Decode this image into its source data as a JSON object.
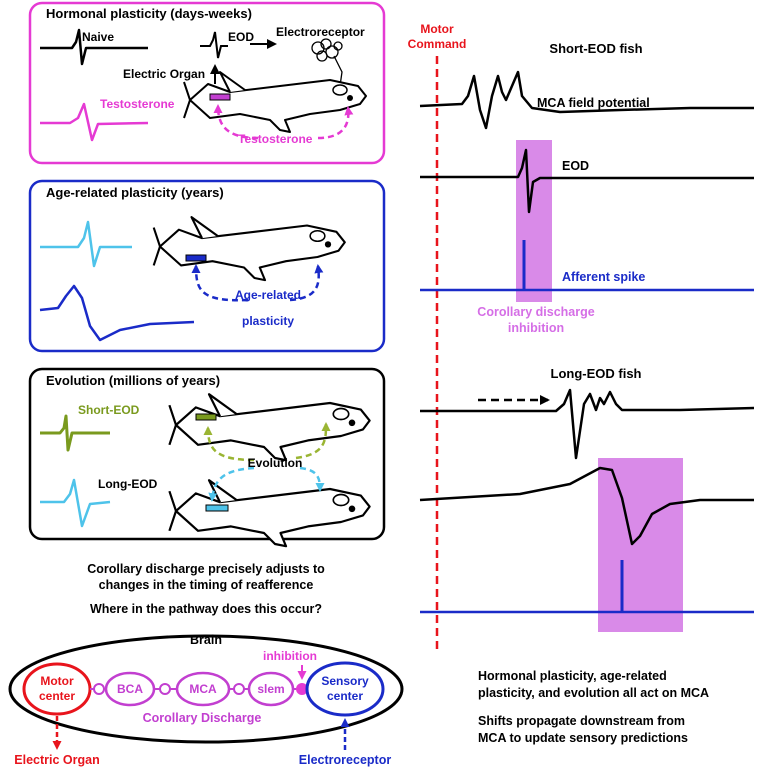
{
  "panels": {
    "hormonal": {
      "title": "Hormonal plasticity (days-weeks)",
      "naive": "Naive",
      "eod": "EOD",
      "electroreceptor": "Electroreceptor",
      "electric_organ": "Electric Organ",
      "testosterone_trace": "Testosterone",
      "testosterone_arrow": "Testosterone"
    },
    "age": {
      "title": "Age-related plasticity (years)",
      "label_line1": "Age-related",
      "label_line2": "plasticity"
    },
    "evolution": {
      "title": "Evolution (millions of years)",
      "short_eod": "Short-EOD",
      "long_eod": "Long-EOD",
      "label": "Evolution"
    }
  },
  "middle_text": {
    "line1": "Corollary discharge precisely adjusts to",
    "line2": "changes in the timing of reafference",
    "question": "Where in the pathway does this occur?"
  },
  "brain": {
    "title": "Brain",
    "motor_line1": "Motor",
    "motor_line2": "center",
    "bca": "BCA",
    "mca": "MCA",
    "slem": "slem",
    "inhibition": "inhibition",
    "sensory_line1": "Sensory",
    "sensory_line2": "center",
    "corollary": "Corollary Discharge",
    "electric_organ": "Electric Organ",
    "electroreceptor": "Electroreceptor"
  },
  "traces": {
    "motor_line1": "Motor",
    "motor_line2": "Command",
    "short_title": "Short-EOD fish",
    "mca_label": "MCA field potential",
    "eod_label": "EOD",
    "afferent": "Afferent spike",
    "cd_line1": "Corollary discharge",
    "cd_line2": "inhibition",
    "long_title": "Long-EOD fish"
  },
  "conclusions": {
    "p1_line1": "Hormonal plasticity, age-related",
    "p1_line2": "plasticity, and evolution all act on MCA",
    "p2_line1": "Shifts propagate downstream from",
    "p2_line2": "MCA to update sensory predictions"
  },
  "colors": {
    "magenta": "#e53ad3",
    "blue": "#1a2bc8",
    "red": "#e8141c",
    "light_blue": "#4ec3ea",
    "olive": "#7a9a1e",
    "purple": "#c23fd0",
    "shade": "#d98ae8"
  }
}
